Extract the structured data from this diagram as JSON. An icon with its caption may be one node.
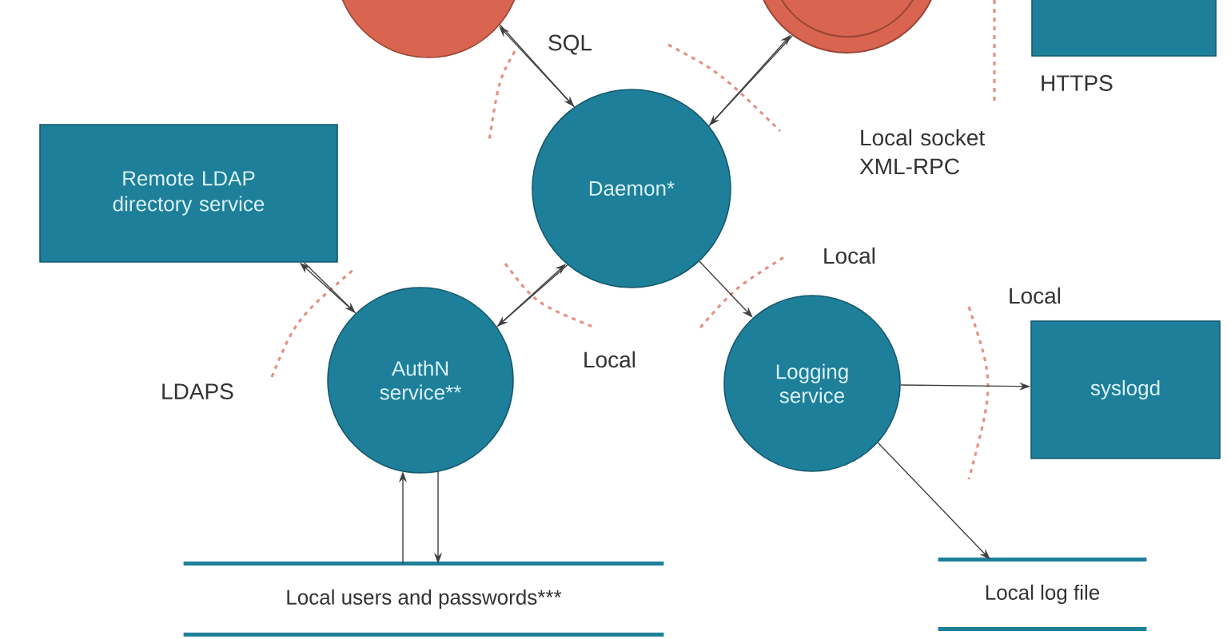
{
  "diagram": {
    "nodes": [
      {
        "text": [],
        "shape": "circle"
      },
      {
        "text": [],
        "shape": "circle"
      },
      {
        "text": [],
        "shape": "box"
      },
      {
        "text": [
          "Remote LDAP directory service"
        ]
      },
      {
        "text": [
          "Daemon*"
        ]
      },
      {
        "text": [
          "AuthN service**"
        ]
      },
      {
        "text": [
          "Logging service"
        ]
      },
      {
        "text": [
          "syslogd"
        ]
      },
      {
        "text": [
          "Local users and passwords***"
        ]
      },
      {
        "text": [
          "Local log file"
        ]
      }
    ],
    "edges": [
      {
        "from": 0,
        "to": 4,
        "arrow": "to"
      },
      {
        "from": 4,
        "to": 0,
        "arrow": "to"
      },
      {
        "from": 4,
        "to": 1,
        "arrow": "to"
      },
      {
        "from": 1,
        "to": 4,
        "arrow": "to"
      },
      {
        "from": 3,
        "to": 5,
        "arrow": "to"
      },
      {
        "from": 5,
        "to": 3,
        "arrow": "to"
      },
      {
        "from": 4,
        "to": 5,
        "arrow": "to"
      },
      {
        "from": 5,
        "to": 4,
        "arrow": "to"
      },
      {
        "from": 4,
        "to": 6,
        "arrow": "to"
      },
      {
        "from": 6,
        "to": 7,
        "arrow": "to"
      },
      {
        "from": 6,
        "to": 9,
        "arrow": "to"
      },
      {
        "from": 8,
        "to": 5,
        "arrow": "to"
      },
      {
        "from": 5,
        "to": 8,
        "arrow": "to"
      }
    ],
    "labels": [
      "SQL",
      "HTTPS",
      "Local socket XML-RPC",
      "Local",
      "Local",
      "LDAPS",
      "Local"
    ]
  }
}
